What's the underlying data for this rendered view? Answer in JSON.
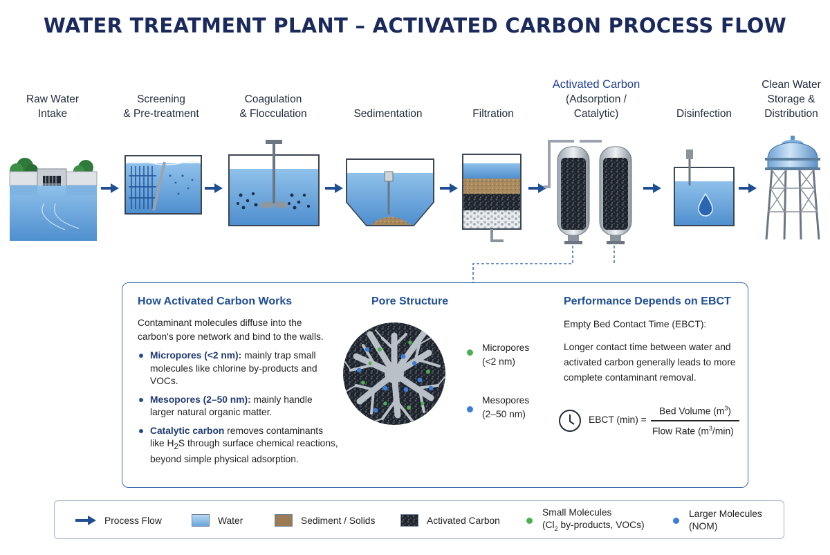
{
  "title": "WATER TREATMENT PLANT – ACTIVATED CARBON PROCESS FLOW",
  "stages": [
    {
      "line1": "Raw Water",
      "line2": "Intake"
    },
    {
      "line1": "Screening",
      "line2": "& Pre-treatment"
    },
    {
      "line1": "Coagulation",
      "line2": "& Flocculation"
    },
    {
      "line1": "Sedimentation",
      "line2": ""
    },
    {
      "line1": "Filtration",
      "line2": ""
    },
    {
      "line1": "Activated Carbon",
      "line2": "(Adsorption /",
      "line3": "Catalytic)"
    },
    {
      "line1": "Disinfection",
      "line2": ""
    },
    {
      "line1": "Clean Water",
      "line2": "Storage &",
      "line3": "Distribution"
    }
  ],
  "info": {
    "how": {
      "heading": "How Activated Carbon Works",
      "intro": "Contaminant molecules diffuse into the carbon's pore network and bind to the walls.",
      "bullets": [
        {
          "bold": "Micropores (<2 nm):",
          "text": " mainly trap small molecules like chlorine by-products and VOCs."
        },
        {
          "bold": "Mesopores (2–50 nm):",
          "text": " mainly handle larger natural organic matter."
        },
        {
          "bold": "Catalytic carbon",
          "text_pre": " removes contaminants like H",
          "sub": "2",
          "text_post": "S through surface chemical reactions, beyond simple physical adsorption."
        }
      ]
    },
    "pore": {
      "heading": "Pore Structure",
      "micro_label": "Micropores",
      "micro_range": "(<2 nm)",
      "meso_label": "Mesopores",
      "meso_range": "(2–50 nm)",
      "micro_color": "#4caf50",
      "meso_color": "#3b7dd8"
    },
    "ebct": {
      "heading": "Performance Depends on EBCT",
      "subtitle": "Empty Bed Contact Time (EBCT):",
      "desc": "Longer contact time between water and activated carbon generally leads to more complete contaminant removal.",
      "lhs": "EBCT (min) =",
      "numerator_pre": "Bed Volume (m",
      "numerator_sup": "3",
      "numerator_post": ")",
      "denominator_pre": "Flow Rate (m",
      "denominator_sup": "3",
      "denominator_post": "/min)"
    }
  },
  "legend": {
    "flow": "Process Flow",
    "water": "Water",
    "sediment": "Sediment / Solids",
    "carbon": "Activated Carbon",
    "small_line1": "Small Molecules",
    "small_line2_pre": "(Cl",
    "small_line2_sub": "2",
    "small_line2_post": " by-products, VOCs)",
    "large_line1": "Larger Molecules",
    "large_line2": "(NOM)"
  },
  "colors": {
    "accent": "#1f4e93",
    "water": "#6aa6dc",
    "sediment": "#9a7b55",
    "carbon": "#2a2f38"
  }
}
